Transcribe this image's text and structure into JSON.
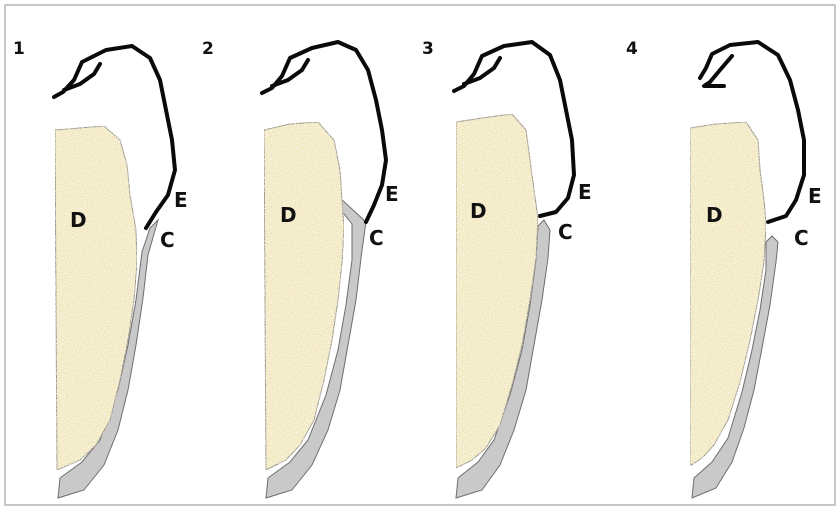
{
  "colors": {
    "dentin": "#f1e6b9",
    "dentin_edge": "#8f8a78",
    "cementum": "#c9c9c9",
    "enamel_outline": "#0a0a0a",
    "frame": "#b5b5b5",
    "label": "#111111"
  },
  "panels": [
    {
      "number": "1",
      "dentin_label": "D",
      "enamel_label": "E",
      "cementum_label": "C",
      "junction": "cementum overlaps enamel"
    },
    {
      "number": "2",
      "dentin_label": "D",
      "enamel_label": "E",
      "cementum_label": "C",
      "junction": "edge-to-edge with wide cementum"
    },
    {
      "number": "3",
      "dentin_label": "D",
      "enamel_label": "E",
      "cementum_label": "C",
      "junction": "edge-to-edge"
    },
    {
      "number": "4",
      "dentin_label": "D",
      "enamel_label": "E",
      "cementum_label": "C",
      "junction": "gap between enamel and cementum"
    }
  ]
}
